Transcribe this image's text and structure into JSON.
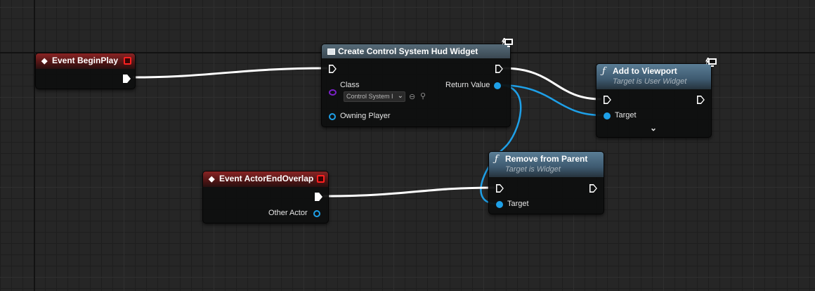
{
  "nodes": {
    "begin_play": {
      "title": "Event BeginPlay"
    },
    "create_widget": {
      "title": "Create Control System Hud Widget",
      "class_label": "Class",
      "class_value": "Control System I",
      "return_label": "Return Value",
      "owning_player_label": "Owning Player"
    },
    "add_to_viewport": {
      "title": "Add to Viewport",
      "subtitle": "Target is User Widget",
      "target_label": "Target"
    },
    "actor_end_overlap": {
      "title": "Event ActorEndOverlap",
      "other_actor_label": "Other Actor"
    },
    "remove_from_parent": {
      "title": "Remove from Parent",
      "subtitle": "Target is Widget",
      "target_label": "Target"
    }
  },
  "icons": {
    "event": "event-diamond-icon",
    "function": "function-f-icon",
    "widget": "widget-icon",
    "replication": "replication-monitor-icon",
    "delegate": "delegate-pin-icon",
    "expand": "chevron-down-icon"
  },
  "colors": {
    "exec_wire": "#ffffff",
    "object_wire": "#1ea0e8",
    "class_pin": "#7b22c8",
    "event_header": "#8a2424",
    "function_header": "#4a6a82"
  }
}
